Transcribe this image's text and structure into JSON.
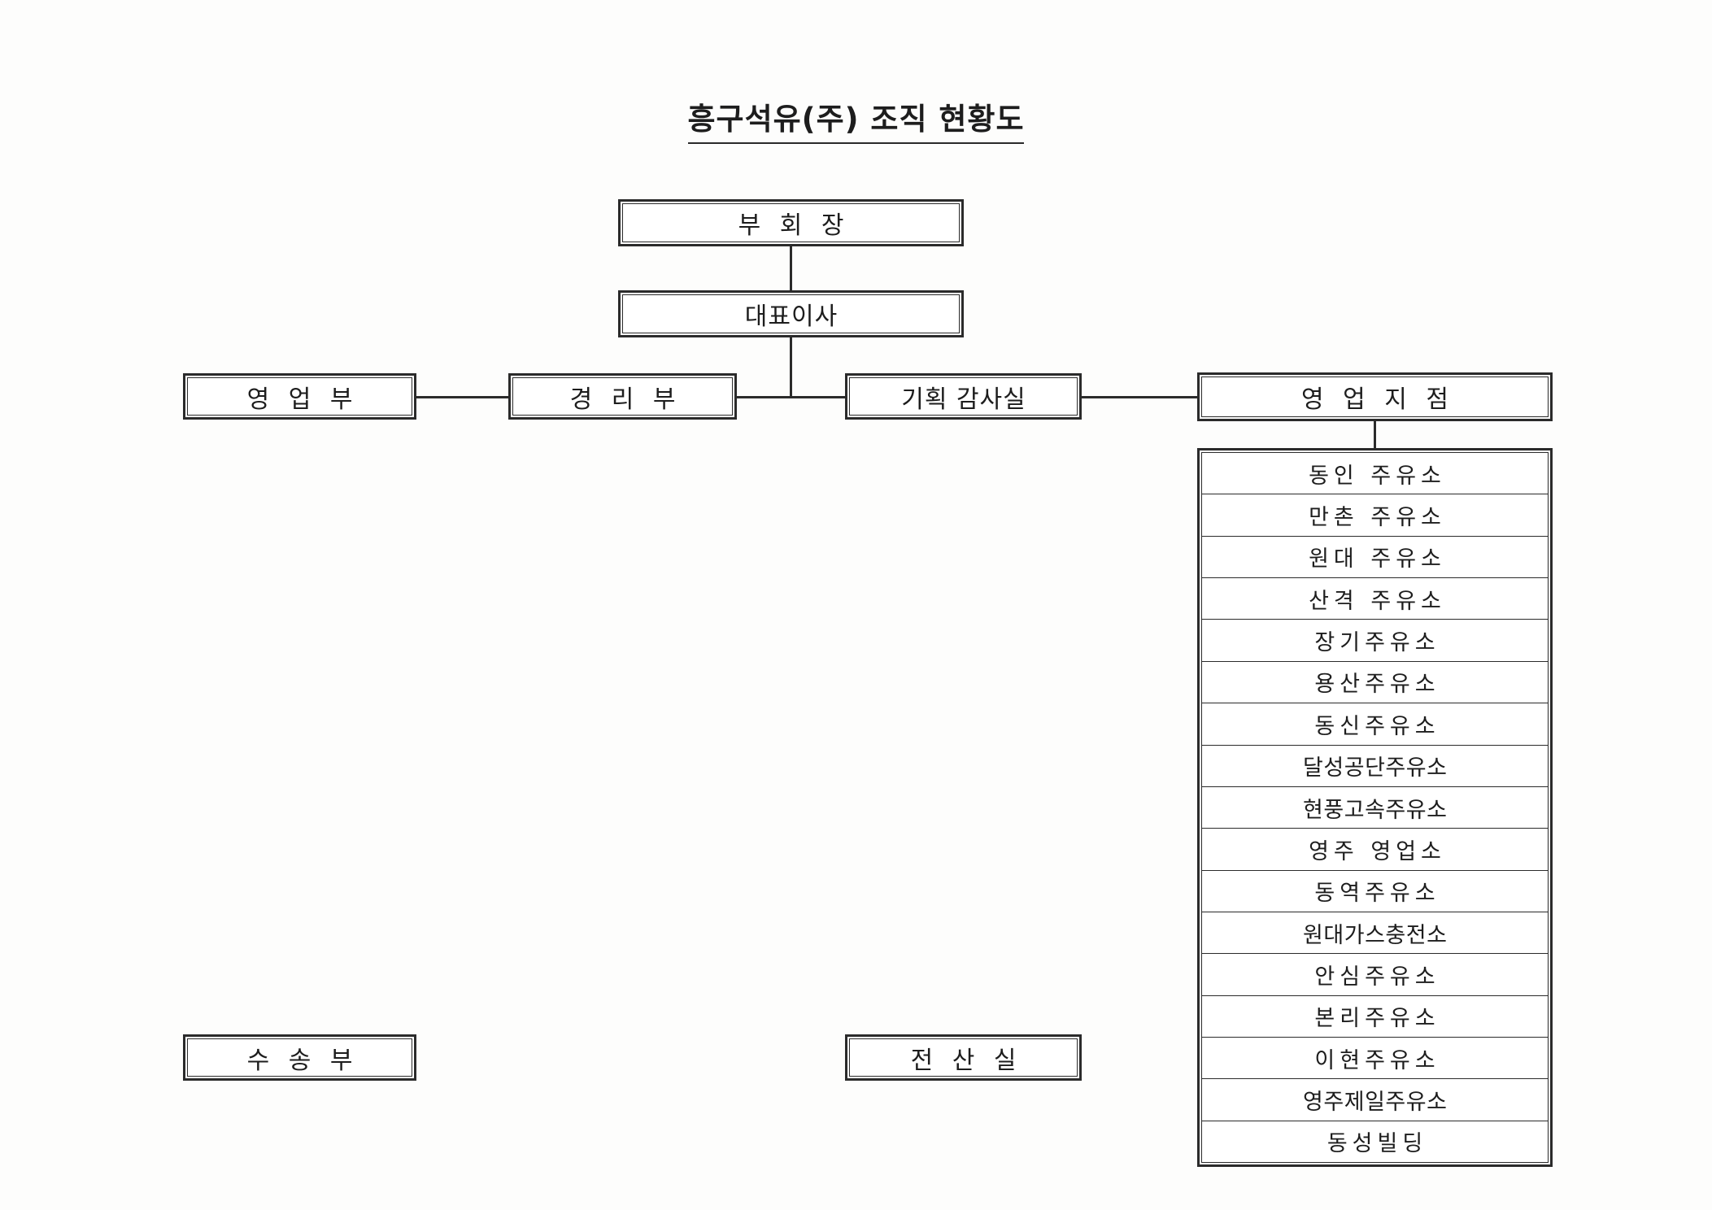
{
  "document": {
    "title": "흥구석유(주) 조직 현황도"
  },
  "nodes": {
    "vice_chairman": "부 회 장",
    "ceo": "대표이사",
    "sales_dept": "영 업 부",
    "accounting_dept": "경 리 부",
    "planning_audit_office": "기획 감사실",
    "sales_branches": "영 업 지 점",
    "transport_dept": "수 송 부",
    "it_room": "전 산 실"
  },
  "branches": [
    {
      "name": "동인 주유소",
      "spaced": true
    },
    {
      "name": "만촌 주유소",
      "spaced": true
    },
    {
      "name": "원대 주유소",
      "spaced": true
    },
    {
      "name": "산격 주유소",
      "spaced": true
    },
    {
      "name": "장기주유소",
      "spaced": true
    },
    {
      "name": "용산주유소",
      "spaced": true
    },
    {
      "name": "동신주유소",
      "spaced": true
    },
    {
      "name": "달성공단주유소",
      "spaced": false
    },
    {
      "name": "현풍고속주유소",
      "spaced": false
    },
    {
      "name": "영주 영업소",
      "spaced": true
    },
    {
      "name": "동역주유소",
      "spaced": true
    },
    {
      "name": "원대가스충전소",
      "spaced": false
    },
    {
      "name": "안심주유소",
      "spaced": true
    },
    {
      "name": "본리주유소",
      "spaced": true
    },
    {
      "name": "이현주유소",
      "spaced": true
    },
    {
      "name": "영주제일주유소",
      "spaced": false
    },
    {
      "name": "동성빌딩",
      "spaced": true
    }
  ],
  "style": {
    "ink_color": "#2b2b2b",
    "text_color": "#1d1d1d",
    "paper_color": "#fdfdfc"
  }
}
